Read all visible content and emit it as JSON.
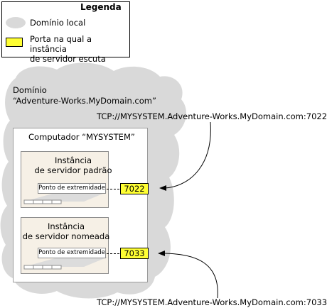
{
  "legend": {
    "title": "Legenda",
    "local_domain": "Domínio local",
    "port_desc_line1": "Porta na qual a instância",
    "port_desc_line2": "de servidor escuta"
  },
  "domain": {
    "line1": "Domínio",
    "line2": "“Adventure-Works.MyDomain.com”"
  },
  "tcp": {
    "top": "TCP://MYSYSTEM.Adventure-Works.MyDomain.com:7022",
    "bottom": "TCP://MYSYSTEM.Adventure-Works.MyDomain.com:7033"
  },
  "computer": {
    "title": "Computador “MYSYSTEM”"
  },
  "instances": [
    {
      "line1": "Instância",
      "line2": "de servidor padrão",
      "endpoint": "Ponto de extremidade",
      "port": "7022"
    },
    {
      "line1": "Instância",
      "line2": "de servidor nomeada",
      "endpoint": "Ponto de extremidade",
      "port": "7033"
    }
  ]
}
